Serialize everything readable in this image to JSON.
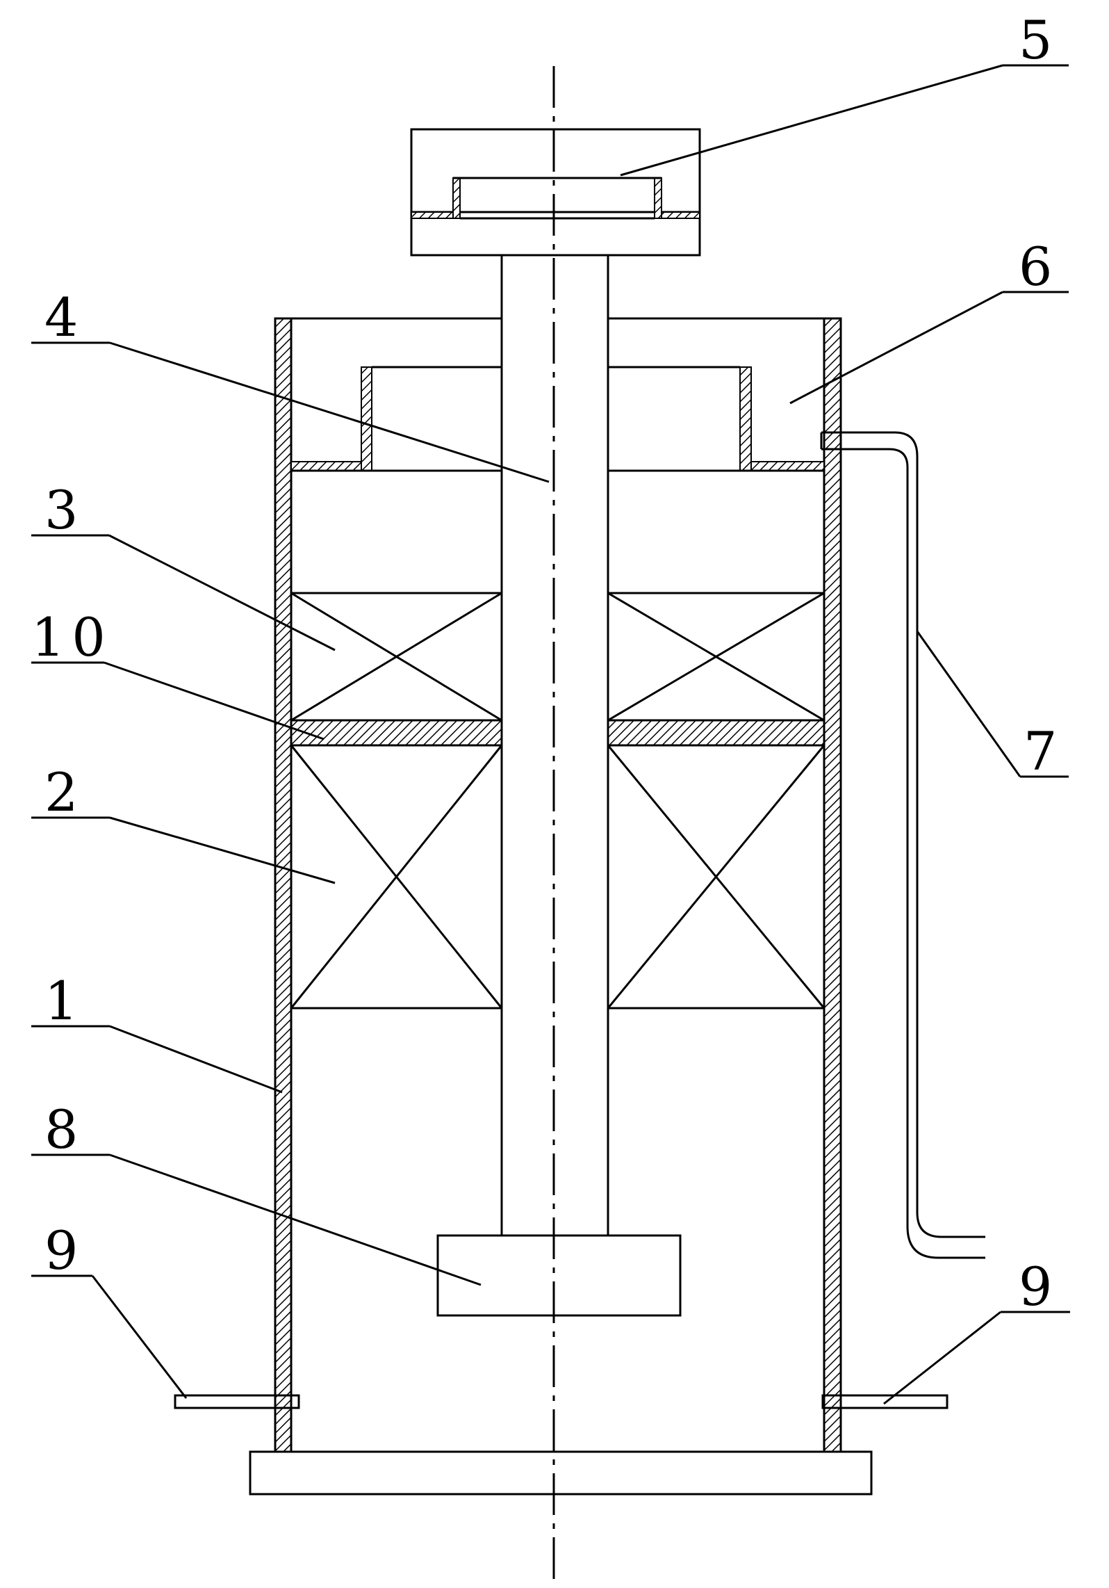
{
  "labels": {
    "l1": "1",
    "l2": "2",
    "l3": "3",
    "l4": "4",
    "l5": "5",
    "l6": "6",
    "l7": "7",
    "l8": "8",
    "l9a": "9",
    "l9b": "9",
    "l10": "10"
  }
}
